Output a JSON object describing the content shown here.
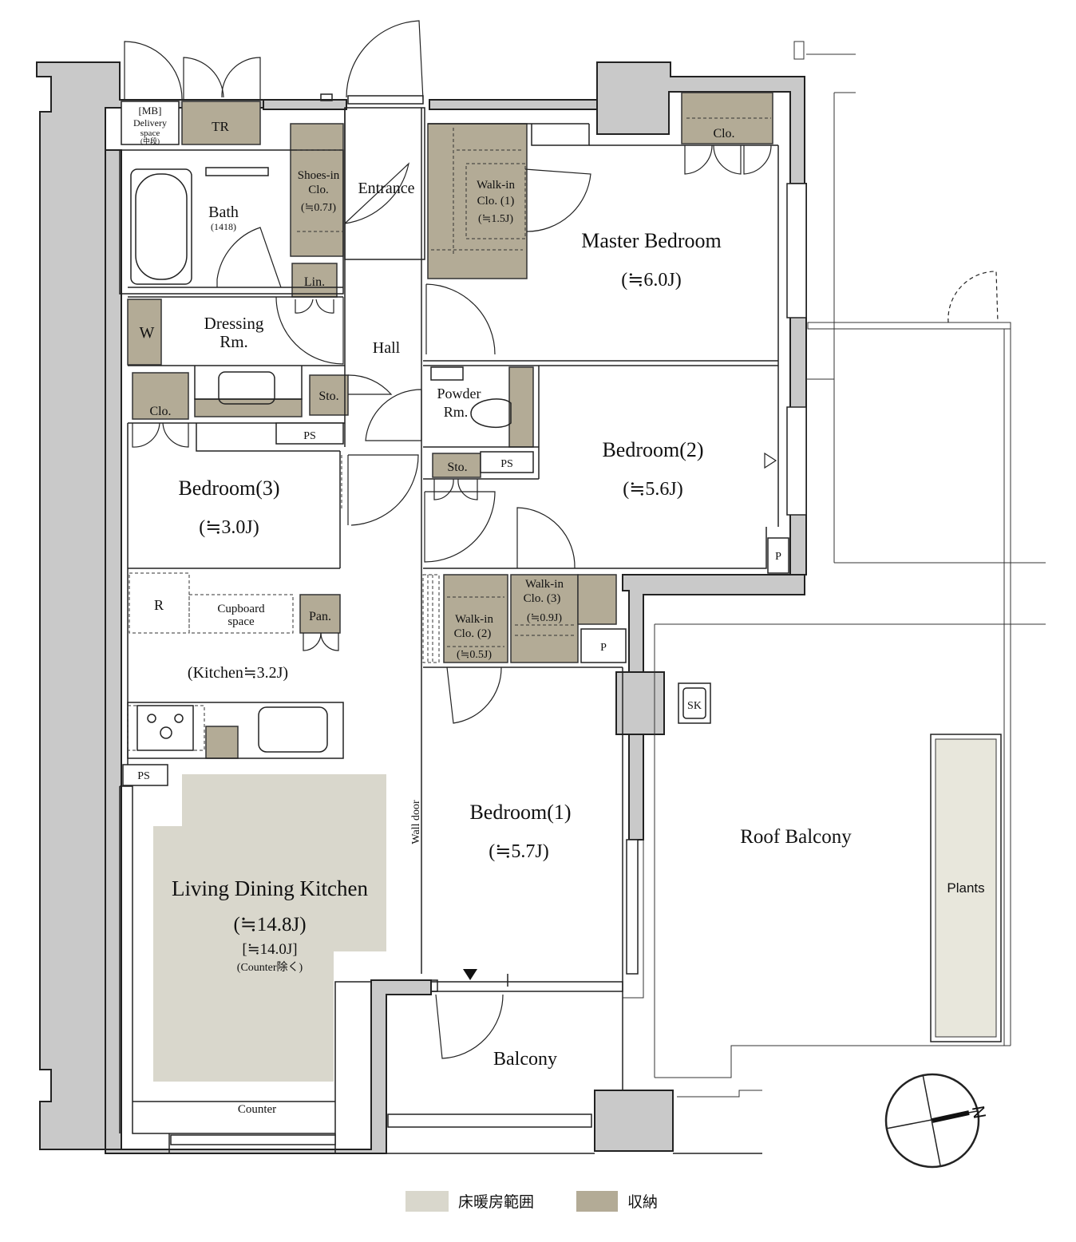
{
  "rooms": {
    "mb": "[MB]",
    "delivery": "Delivery",
    "delivery_space": "space",
    "delivery_sub": "(中段)",
    "tr": "TR",
    "bath": "Bath",
    "bath_size": "(1418)",
    "shoes_1": "Shoes-in",
    "shoes_2": "Clo.",
    "shoes_3": "(≒0.7J)",
    "entrance": "Entrance",
    "wic1_1": "Walk-in",
    "wic1_2": "Clo. (1)",
    "wic1_3": "(≒1.5J)",
    "master": "Master Bedroom",
    "master_size": "(≒6.0J)",
    "clo": "Clo.",
    "lin": "Lin.",
    "w": "W",
    "dressing_1": "Dressing",
    "dressing_2": "Rm.",
    "hall": "Hall",
    "sto": "Sto.",
    "powder_1": "Powder",
    "powder_2": "Rm.",
    "ps": "PS",
    "bedroom3": "Bedroom(3)",
    "bedroom3_size": "(≒3.0J)",
    "bedroom2": "Bedroom(2)",
    "bedroom2_size": "(≒5.6J)",
    "p": "P",
    "r": "R",
    "cupboard_1": "Cupboard",
    "cupboard_2": "space",
    "pan": "Pan.",
    "wic2_1": "Walk-in",
    "wic2_2": "Clo. (2)",
    "wic2_3": "(≒0.5J)",
    "wic3_1": "Walk-in",
    "wic3_2": "Clo. (3)",
    "wic3_3": "(≒0.9J)",
    "kitchen": "(Kitchen≒3.2J)",
    "sk": "SK",
    "wall_door": "Wall door",
    "bedroom1": "Bedroom(1)",
    "bedroom1_size": "(≒5.7J)",
    "roof_balcony": "Roof Balcony",
    "plants": "Plants",
    "ldk": "Living Dining Kitchen",
    "ldk_size": "(≒14.8J)",
    "ldk_size2": "[≒14.0J]",
    "ldk_note": "(Counter除く)",
    "counter": "Counter",
    "balcony": "Balcony"
  },
  "compass": {
    "label": "N"
  },
  "legend": {
    "heating": {
      "label": "床暖房範囲",
      "color": "#d9d7cc"
    },
    "storage": {
      "label": "収納",
      "color": "#b3ab96"
    }
  }
}
